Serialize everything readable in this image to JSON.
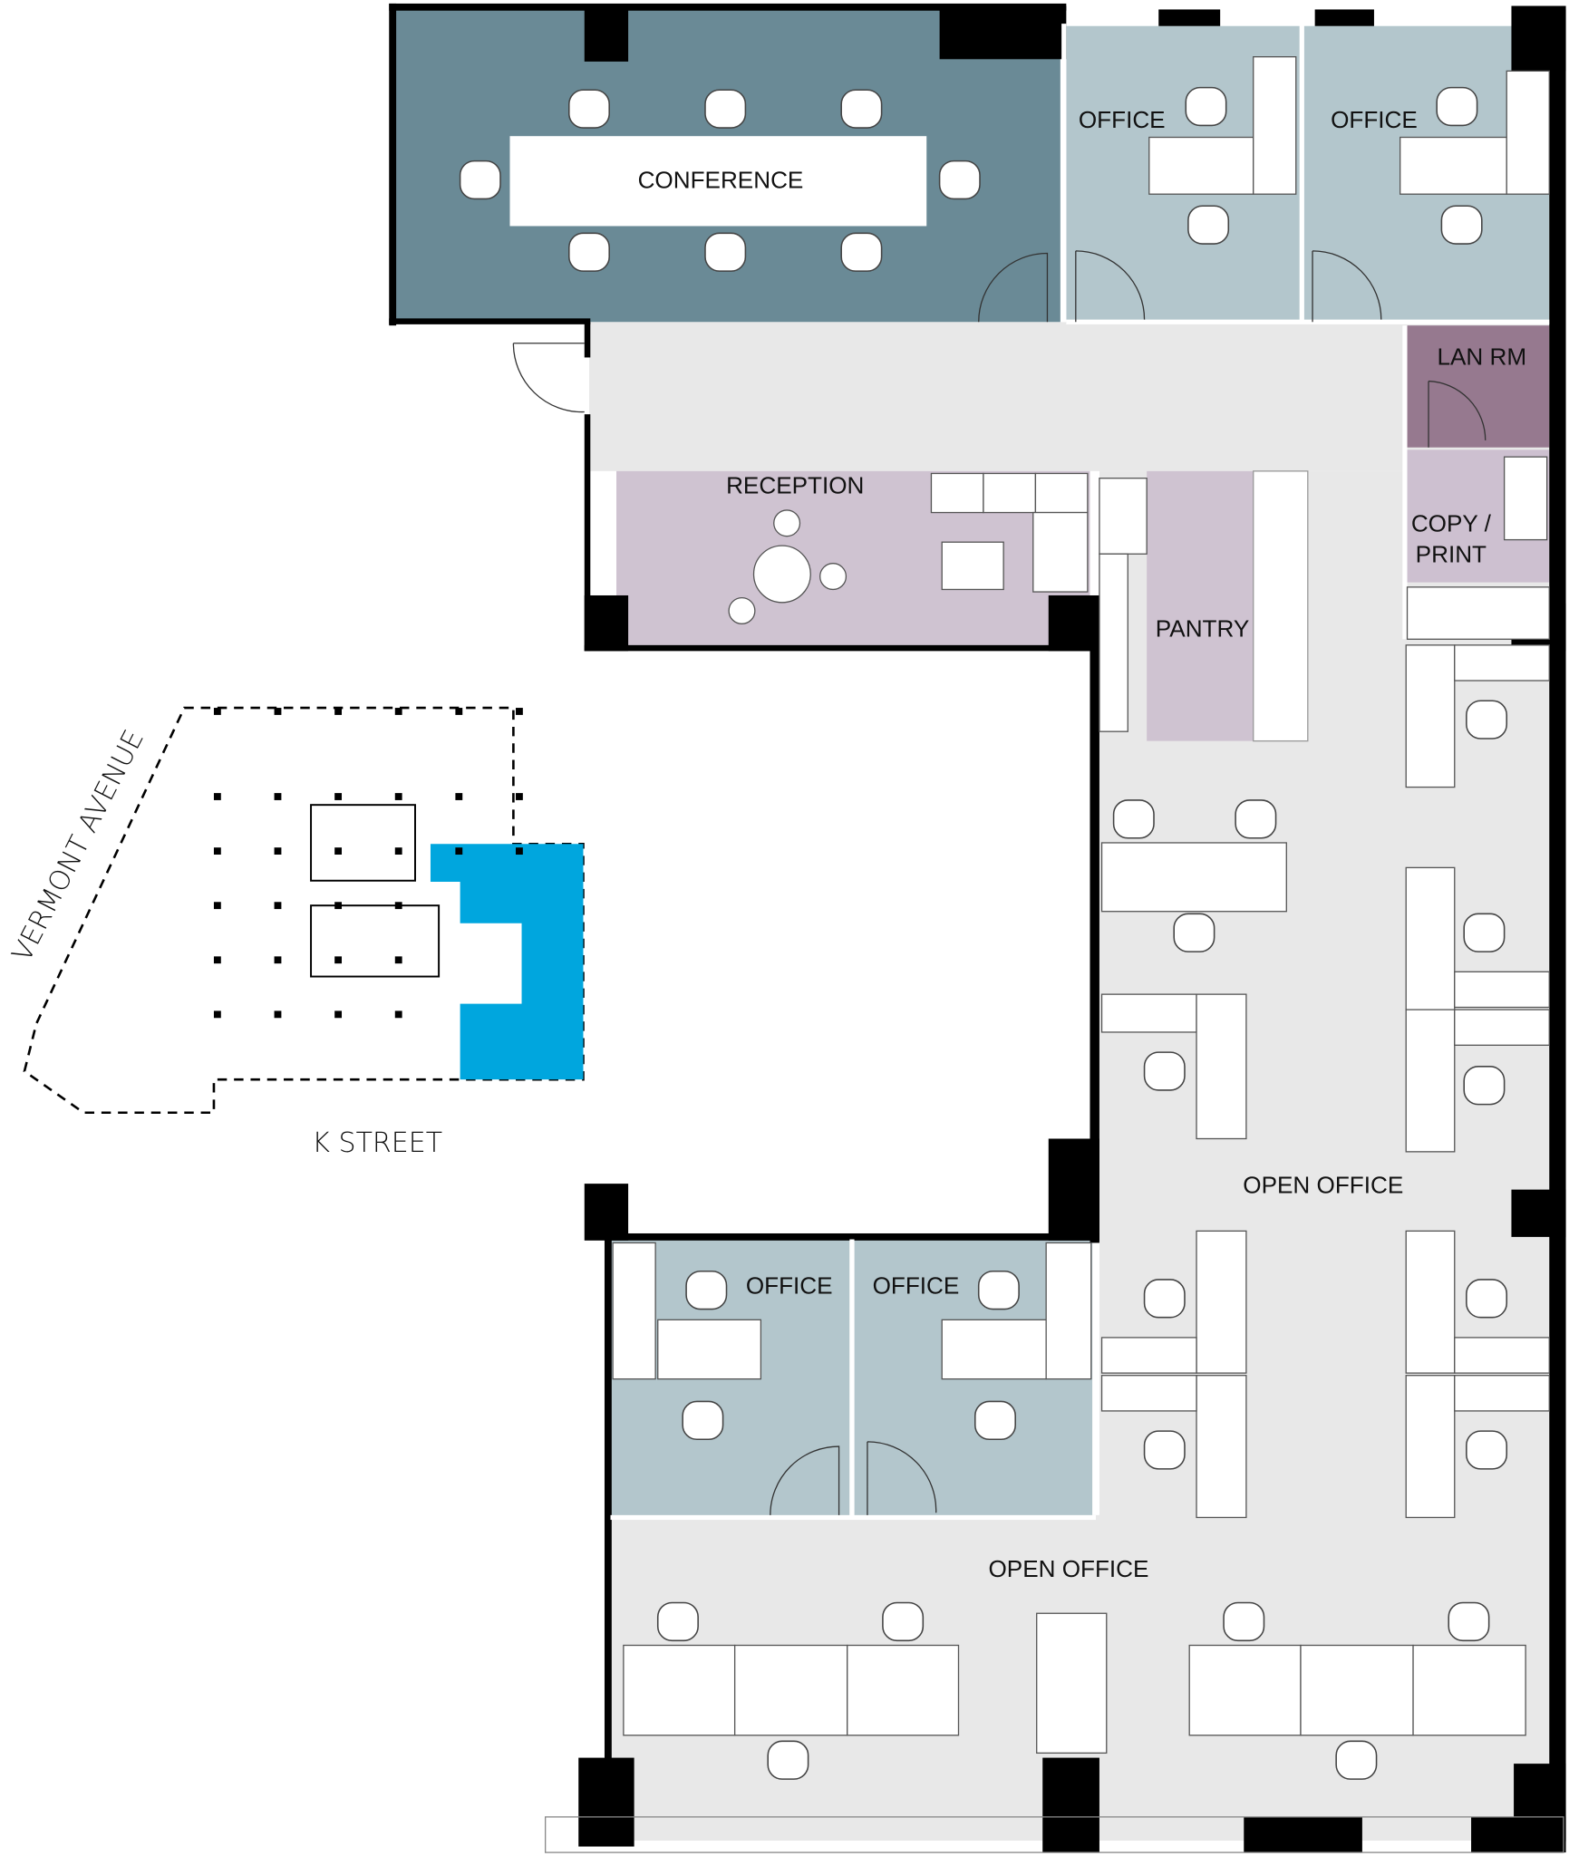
{
  "plan": {
    "rooms": {
      "conference": "CONFERENCE",
      "office_1": "OFFICE",
      "office_2": "OFFICE",
      "lan_room": "LAN RM",
      "reception": "RECEPTION",
      "pantry": "PANTRY",
      "copy_print_line1": "COPY /",
      "copy_print_line2": "PRINT",
      "open_office_1": "OPEN OFFICE",
      "office_3": "OFFICE",
      "office_4": "OFFICE",
      "open_office_2": "OPEN OFFICE"
    },
    "key_plan": {
      "street_1": "VERMONT AVENUE",
      "street_2": "K STREET"
    },
    "colors": {
      "conference": "#6a8a96",
      "office": "#b3c6cc",
      "reception": "#cfc3d1",
      "lan_room": "#96798f",
      "copy_print": "#cdc0d0",
      "open_office": "#e8e8e8",
      "highlighted_suite": "#00a6de"
    }
  }
}
